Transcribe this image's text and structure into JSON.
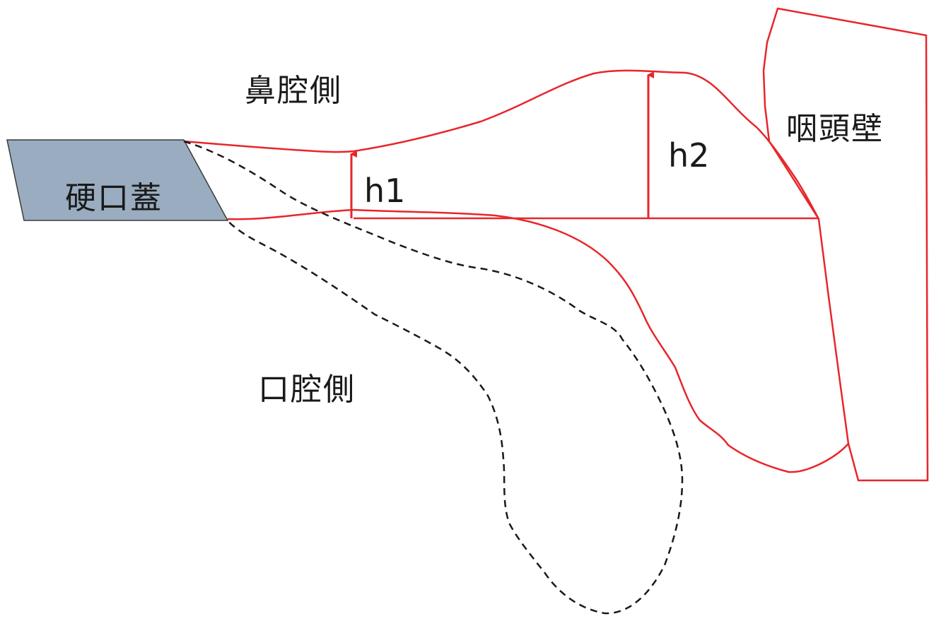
{
  "labels": {
    "nasal_side": "鼻腔側",
    "oral_side": "口腔側",
    "hard_palate": "硬口蓋",
    "pharyngeal_wall": "咽頭壁",
    "h1": "h1",
    "h2": "h2"
  },
  "colors": {
    "outline_red": "#e8262a",
    "dashed_black": "#1a1a1a",
    "palate_fill": "#9aacc0",
    "palate_stroke": "#3a3a3a",
    "text": "#1a1a1a"
  }
}
